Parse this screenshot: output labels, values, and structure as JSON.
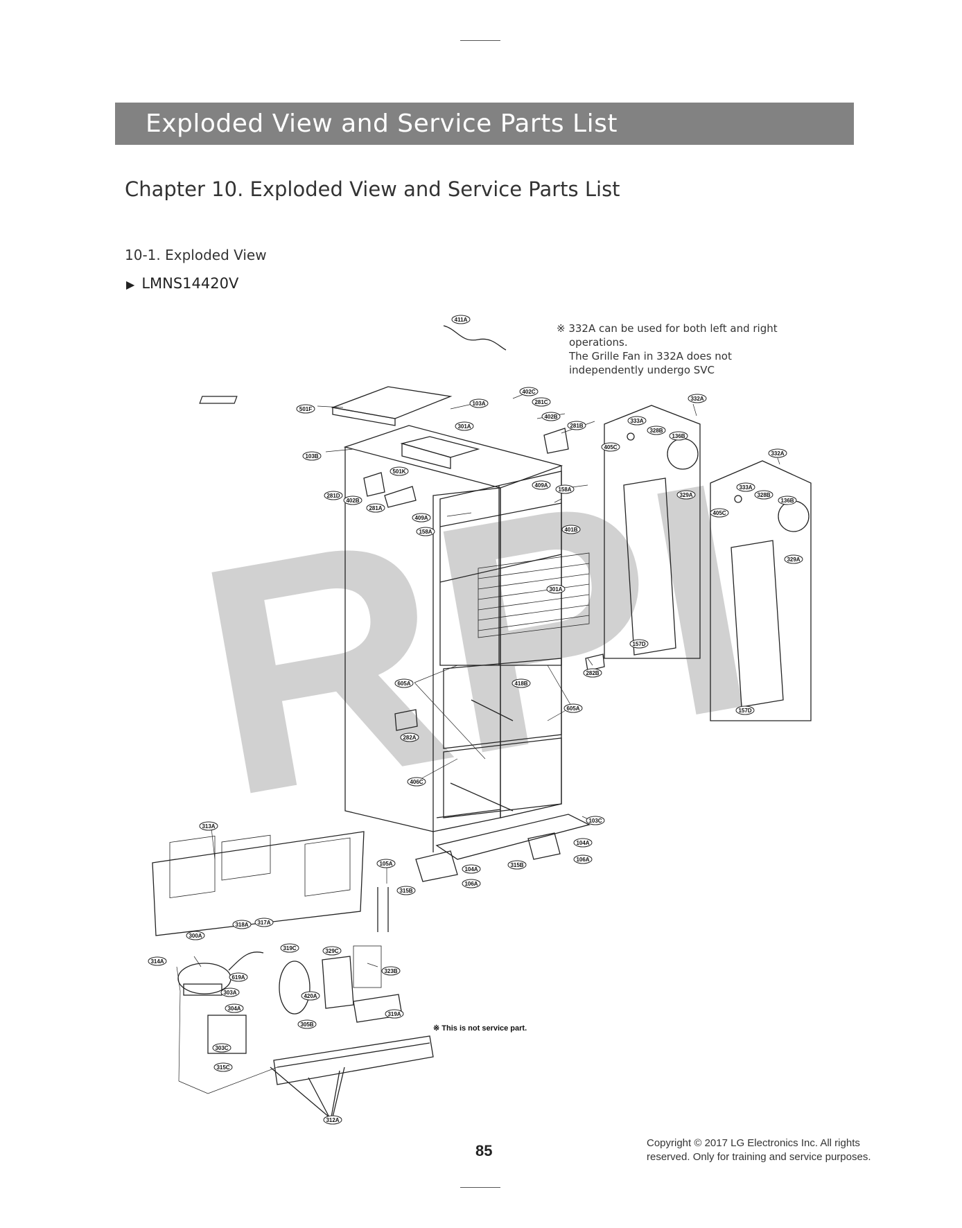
{
  "header": {
    "banner_title": "Exploded View and Service Parts List",
    "chapter_title": "Chapter 10. Exploded View and Service Parts List",
    "section_title": "10-1. Exploded View",
    "model_bullet": "▶",
    "model_name": "LMNS14420V"
  },
  "note": {
    "line1": "※ 332A can be used for both left and right",
    "line2": "operations.",
    "line3": "The Grille Fan in 332A does not",
    "line4": "independently undergo SVC"
  },
  "diagram": {
    "watermark": "RPI",
    "not_service_note": "※ This is not service part.",
    "callouts": {
      "c411A": "411A",
      "c402C": "402C",
      "c103A": "103A",
      "c281C": "281C",
      "c402B": "402B",
      "c501F": "501F",
      "c281B": "281B",
      "c301A_top": "301A",
      "c103B": "103B",
      "c501K": "501K",
      "c281D": "281D",
      "c402B_l": "402B",
      "c281A": "281A",
      "c409A_r": "409A",
      "c158A_r": "158A",
      "c409A_l": "409A",
      "c158A_l": "158A",
      "c401B": "401B",
      "c301A_mid": "301A",
      "c282B": "282B",
      "c418B": "418B",
      "c605A_l": "605A",
      "c605A_r": "605A",
      "c282A": "282A",
      "c406C": "406C",
      "c103C": "103C",
      "c104A_r": "104A",
      "c106A_r": "106A",
      "c315B_r": "315B",
      "c104A_l": "104A",
      "c106A_l": "106A",
      "c315B_l": "315B",
      "c105A": "105A",
      "c313A": "313A",
      "c300A": "300A",
      "c318A": "318A",
      "c317A": "317A",
      "c314A": "314A",
      "c319C": "319C",
      "c329C": "329C",
      "c323B": "323B",
      "c619A": "619A",
      "c303A": "303A",
      "c304A": "304A",
      "c420A": "420A",
      "c305B": "305B",
      "c319A": "319A",
      "c303C": "303C",
      "c315C": "315C",
      "c312A": "312A",
      "p1_332A": "332A",
      "p1_333A": "333A",
      "p1_405C": "405C",
      "p1_328B": "328B",
      "p1_136B": "136B",
      "p1_329A": "329A",
      "p1_157D": "157D",
      "p2_332A": "332A",
      "p2_333A": "333A",
      "p2_405C": "405C",
      "p2_328B": "328B",
      "p2_136B": "136B",
      "p2_329A": "329A",
      "p2_157D": "157D"
    }
  },
  "footer": {
    "page_number": "85",
    "copyright_line1": "Copyright © 2017 LG Electronics Inc. All rights",
    "copyright_line2": "reserved. Only for training and service purposes."
  }
}
